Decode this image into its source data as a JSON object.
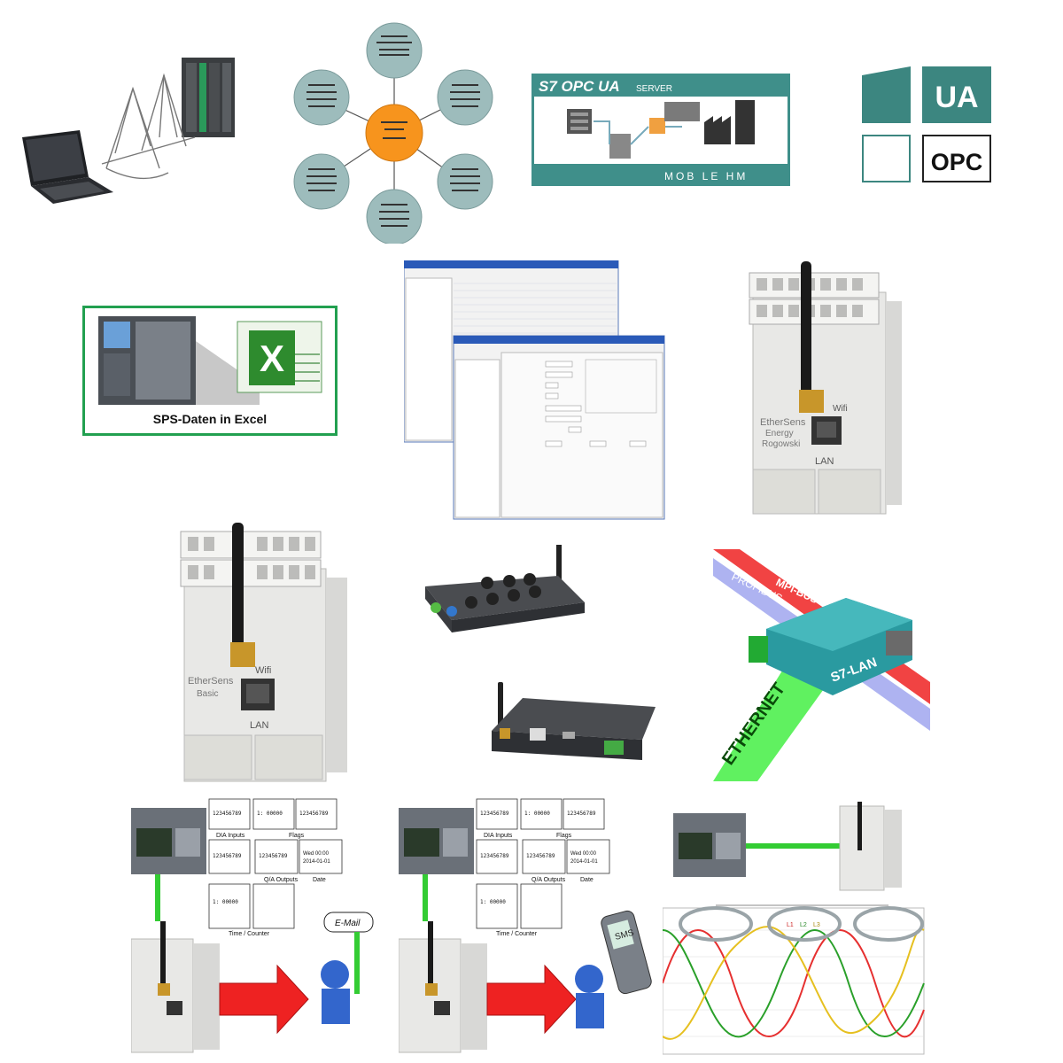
{
  "s7opc": {
    "title": "S7 OPC UA",
    "subtitle": "SERVER",
    "mobile_hmi": "MOB LE HM"
  },
  "ua_logo": {
    "ua": "UA",
    "opc": "OPC"
  },
  "excel": {
    "caption": "SPS-Daten in Excel"
  },
  "ethersens": {
    "energy_name": "EtherSens",
    "energy_line2": "Energy",
    "energy_line3": "Rogowski",
    "basic_name": "EtherSens",
    "basic_line2": "Basic",
    "wifi": "Wifi",
    "lan": "LAN"
  },
  "bus": {
    "mpi": "MPI-BUS",
    "profibus": "PROFIBUS",
    "ethernet": "ETHERNET",
    "s7lan": "S7-LAN"
  },
  "logo_panels": {
    "dia_inputs": "DIA Inputs",
    "flags": "Flags",
    "qa_outputs": "Q/A Outputs",
    "date": "Date",
    "time_counter": "Time / Counter",
    "date_line1": "Wed 00:00",
    "date_line2": "2014-01-01",
    "row_val": "1: 00000",
    "reg_val": "123456789"
  },
  "notify": {
    "email": "E-Mail",
    "sms": "SMS"
  },
  "phases": {
    "l1": "L1",
    "l2": "L2",
    "l3": "L3"
  },
  "colors": {
    "teal": "#3f8f8a",
    "logo_teal": "#3c8680",
    "orange": "#f7941d",
    "node": "#9dbcbc",
    "green": "#33cc33",
    "red": "#ee2222"
  }
}
